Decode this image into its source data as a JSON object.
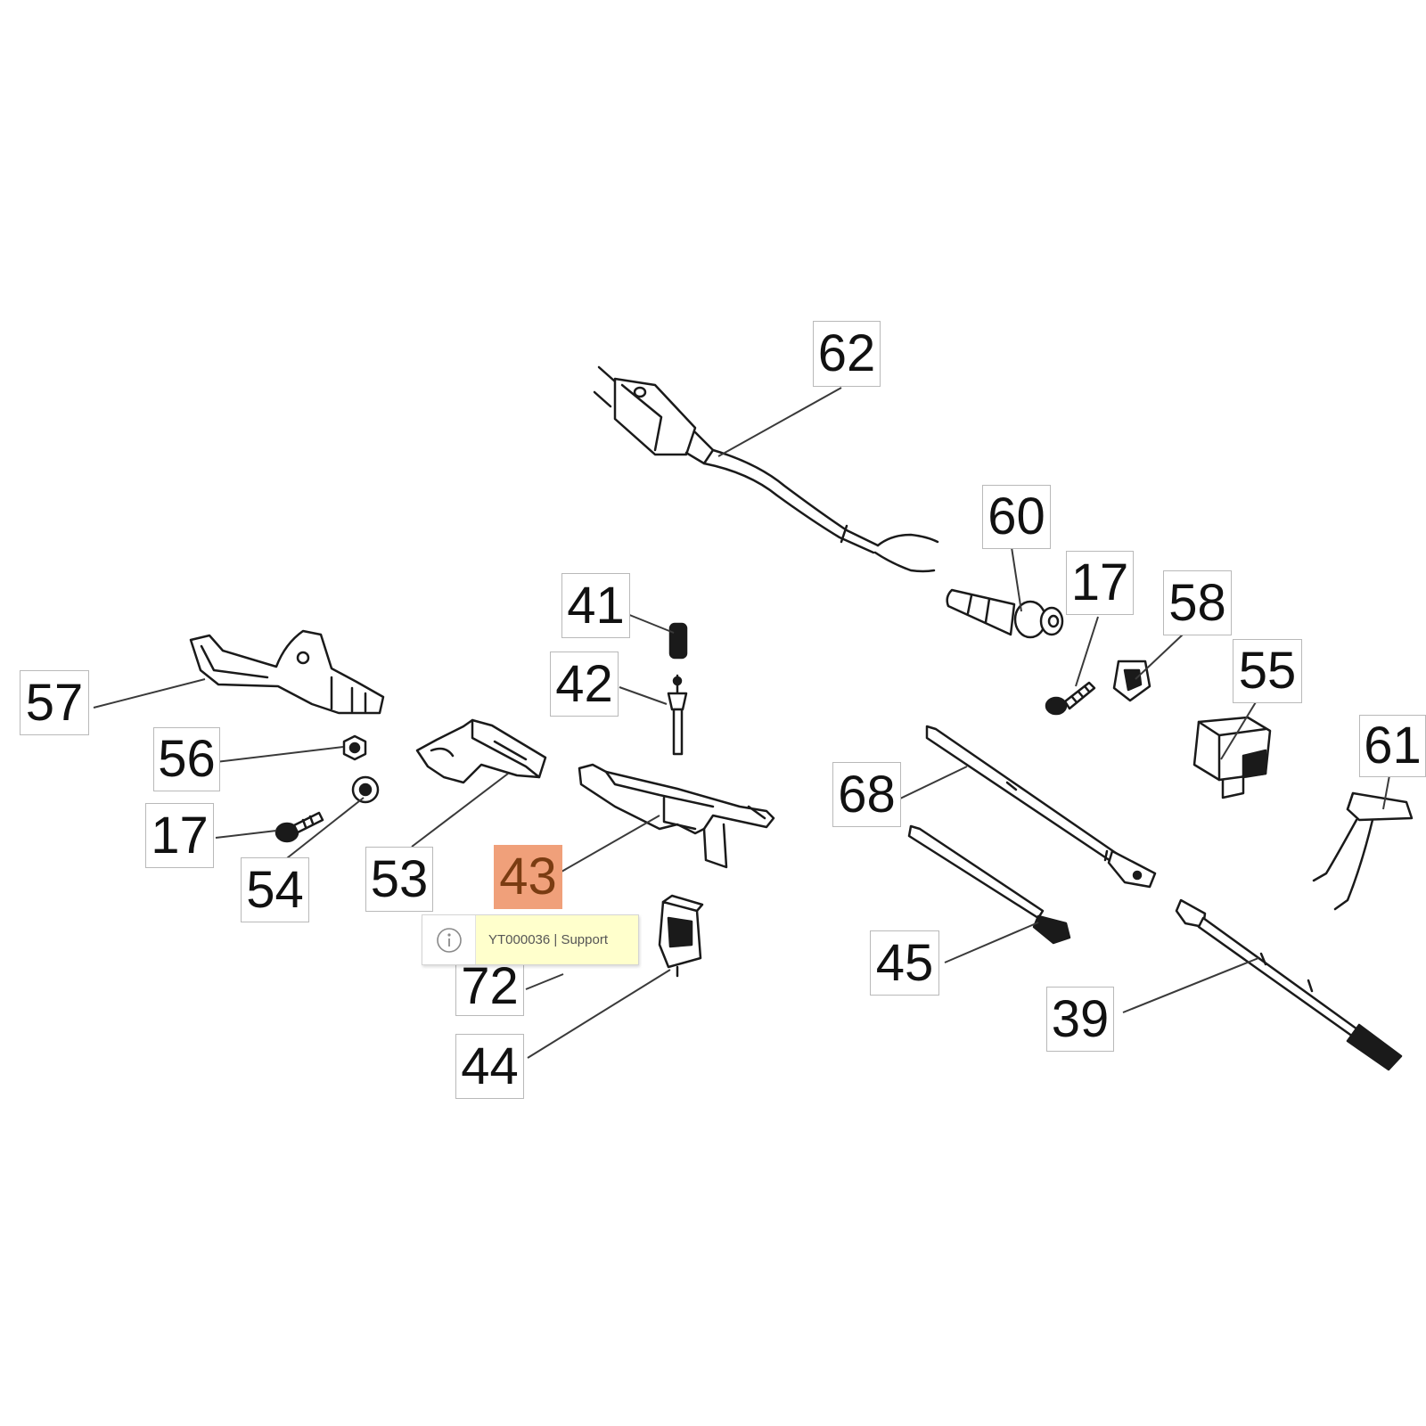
{
  "labels": [
    {
      "id": "62",
      "text": "62"
    },
    {
      "id": "60",
      "text": "60"
    },
    {
      "id": "17a",
      "text": "17"
    },
    {
      "id": "58",
      "text": "58"
    },
    {
      "id": "55",
      "text": "55"
    },
    {
      "id": "61",
      "text": "61"
    },
    {
      "id": "41",
      "text": "41"
    },
    {
      "id": "42",
      "text": "42"
    },
    {
      "id": "57",
      "text": "57"
    },
    {
      "id": "56",
      "text": "56"
    },
    {
      "id": "17b",
      "text": "17"
    },
    {
      "id": "54",
      "text": "54"
    },
    {
      "id": "53",
      "text": "53"
    },
    {
      "id": "43",
      "text": "43"
    },
    {
      "id": "72",
      "text": "72"
    },
    {
      "id": "44",
      "text": "44"
    },
    {
      "id": "68",
      "text": "68"
    },
    {
      "id": "45",
      "text": "45"
    },
    {
      "id": "39",
      "text": "39"
    }
  ],
  "active_label": "43",
  "tooltip": {
    "icon": "info-icon",
    "text": "YT000036 | Support"
  },
  "colors": {
    "highlight": "#f0a07a",
    "tooltip_bg": "#ffffcc",
    "border": "#b9b9b9"
  }
}
